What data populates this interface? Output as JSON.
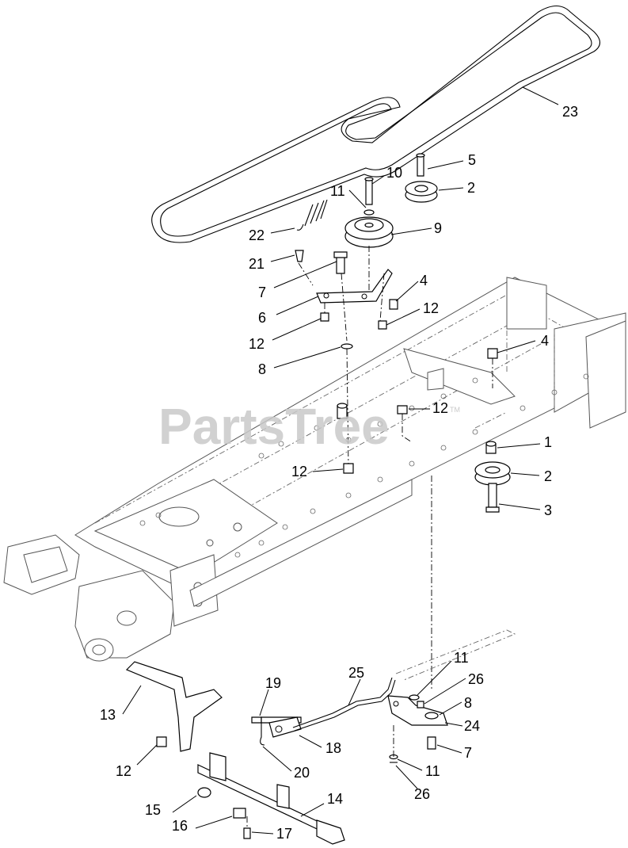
{
  "watermark": {
    "text": "PartsTree",
    "trademark": "TM"
  },
  "callouts": {
    "c23": "23",
    "c5": "5",
    "c10": "10",
    "c2a": "2",
    "c11a": "11",
    "c9": "9",
    "c22": "22",
    "c21": "21",
    "c7a": "7",
    "c4a": "4",
    "c6": "6",
    "c12a": "12",
    "c12b": "12",
    "c8a": "8",
    "c4b": "4",
    "c12c": "12",
    "c1": "1",
    "c2b": "2",
    "c12d": "12",
    "c3": "3",
    "c11b": "11",
    "c26a": "26",
    "c25": "25",
    "c19": "19",
    "c8b": "8",
    "c13": "13",
    "c24": "24",
    "c18": "18",
    "c7b": "7",
    "c12e": "12",
    "c20": "20",
    "c11c": "11",
    "c26b": "26",
    "c14": "14",
    "c15": "15",
    "c16": "16",
    "c17": "17"
  }
}
